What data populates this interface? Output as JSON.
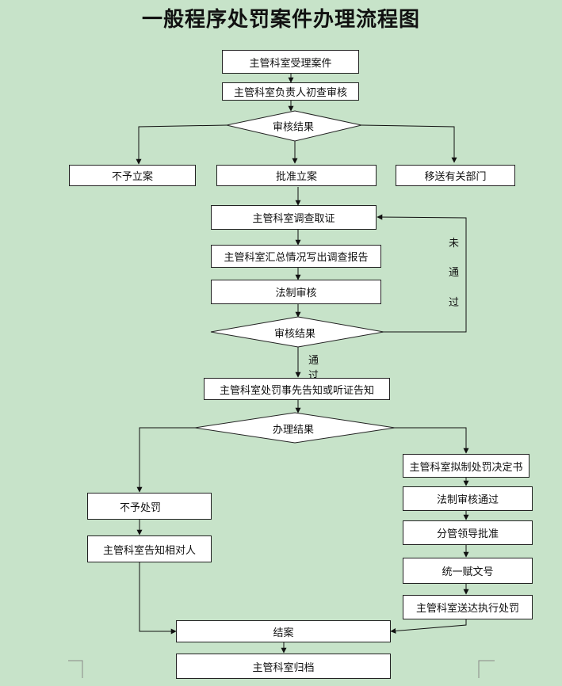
{
  "title": "一般程序处罚案件办理流程图",
  "nodes": {
    "n1": "主管科室受理案件",
    "n2": "主管科室负责人初查审核",
    "d1": "审核结果",
    "n_left1": "不予立案",
    "n_mid1": "批准立案",
    "n_right1": "移送有关部门",
    "n3": "主管科室调查取证",
    "n4": "主管科室汇总情况写出调查报告",
    "n5": "法制审核",
    "d2": "审核结果",
    "n6": "主管科室处罚事先告知或听证告知",
    "d3": "办理结果",
    "n_left2": "不予处罚",
    "n_left3": "主管科室告知相对人",
    "n_r1": "主管科室拟制处罚决定书",
    "n_r2": "法制审核通过",
    "n_r3": "分管领导批准",
    "n_r4": "统一赋文号",
    "n_r5": "主管科室送达执行处罚",
    "n_end1": "结案",
    "n_end2": "主管科室归档"
  },
  "edge_labels": {
    "not_pass": [
      "未",
      "通",
      "过"
    ],
    "pass": [
      "通",
      "过"
    ]
  }
}
